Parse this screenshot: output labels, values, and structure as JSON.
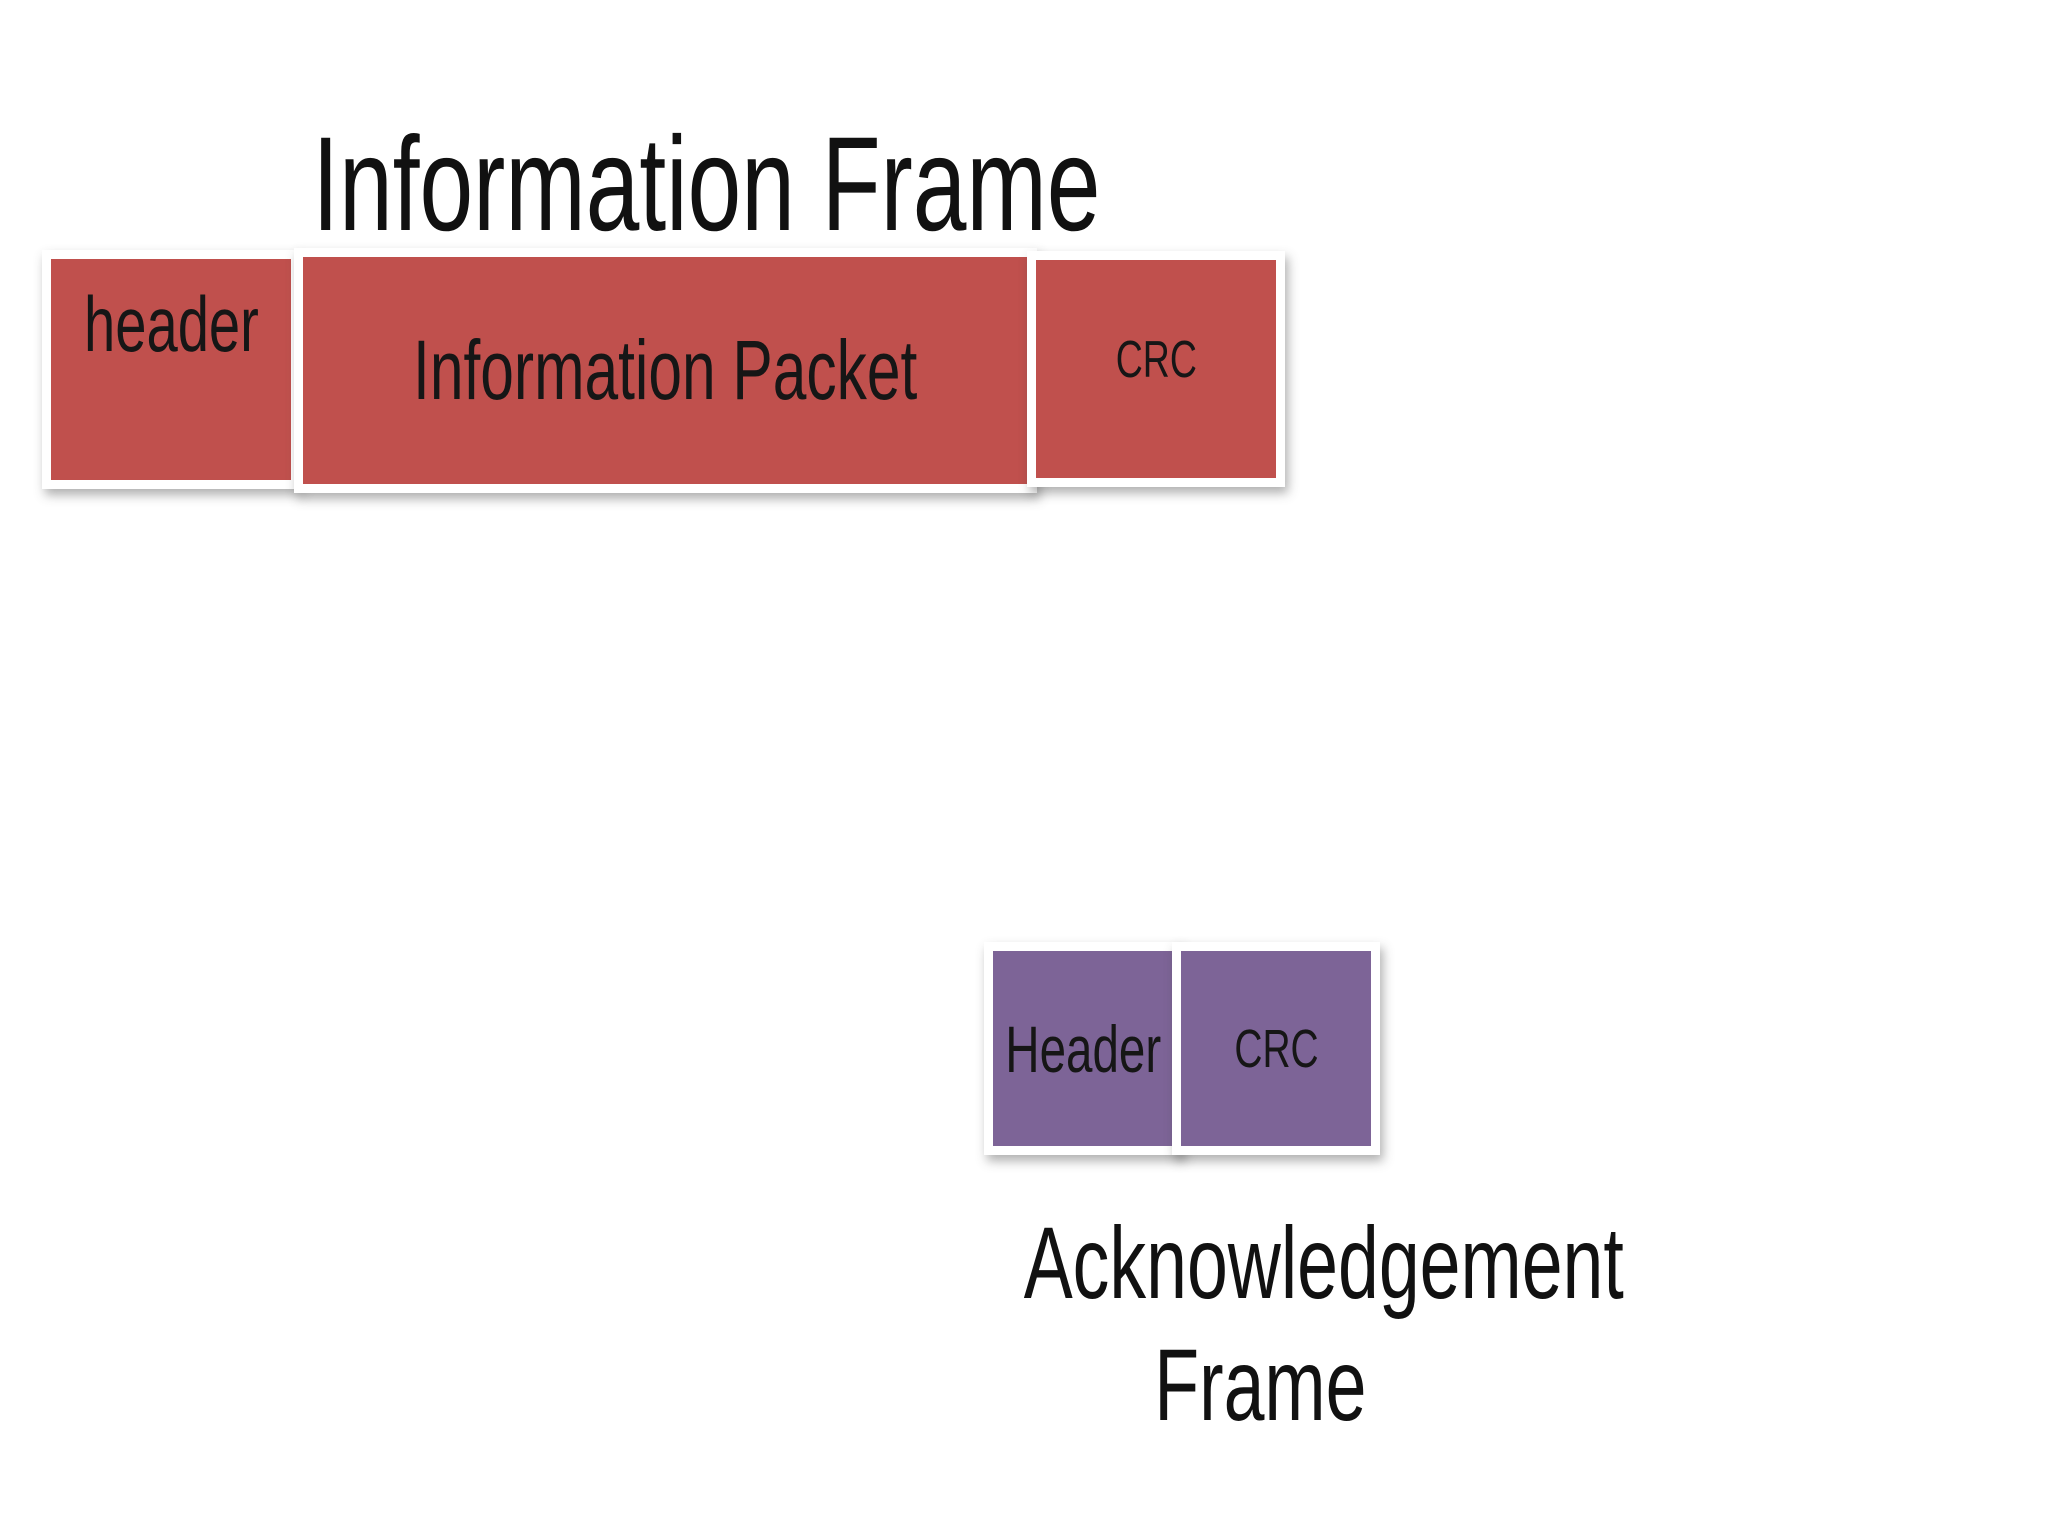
{
  "info_frame": {
    "title": "Information Frame",
    "boxes": [
      {
        "label": "header"
      },
      {
        "label": "Information Packet"
      },
      {
        "label": "CRC"
      }
    ]
  },
  "ack_frame": {
    "caption_lines": [
      "Acknowledgement",
      "Frame"
    ],
    "boxes": [
      {
        "label": "Header"
      },
      {
        "label": "CRC"
      }
    ]
  },
  "colors": {
    "info_box_fill": "#c0504d",
    "ack_box_fill": "#7d6497",
    "box_border": "#ffffff",
    "background": "#ffffff",
    "text": "#111111"
  }
}
